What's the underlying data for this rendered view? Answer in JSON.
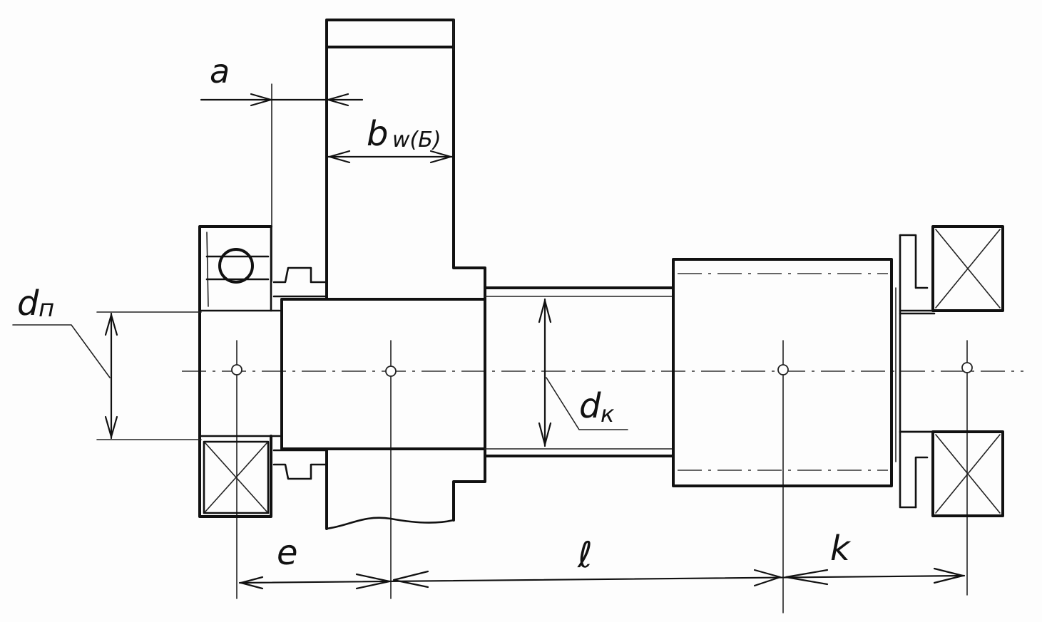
{
  "labels": {
    "a": "a",
    "bw_main": "b",
    "bw_sub": "w(Б)",
    "dp_main": "d",
    "dp_sub": "п",
    "dk_main": "d",
    "dk_sub": "к",
    "e": "e",
    "l": "ℓ",
    "k": "k"
  }
}
